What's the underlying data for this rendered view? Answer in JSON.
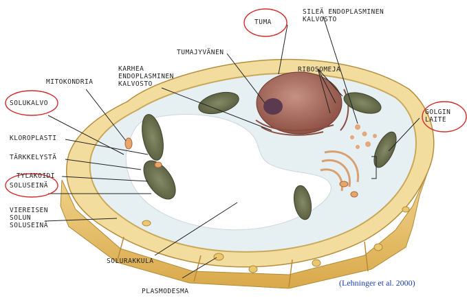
{
  "labels": {
    "tuma": "TUMA",
    "silea_er": [
      "SILEÄ ENDOPLASMINEN",
      "KALVOSTO"
    ],
    "tumajyvanen": "TUMAJYVÄNEN",
    "ribosomeja": "RIBOSOMEJA",
    "karhea_er": [
      "KARHEA",
      "ENDOPLASMINEN",
      "KALVOSTO"
    ],
    "mitokondria": "MITOKONDRIA",
    "solukalvo": "SOLUKALVO",
    "kloroplasti": "KLOROPLASTI",
    "tarkkelysta": "TÄRKKELYSTÄ",
    "tylakoidi": "TYLAKOIDI",
    "soluseina": "SOLUSEINÄ",
    "viereisen": [
      "VIEREISEN",
      "SOLUN",
      "SOLUSEINÄ"
    ],
    "solurakkula": "SOLURAKKULA",
    "plasmodesma": "PLASMODESMA",
    "golgi": [
      "GOLGIN",
      "LAITE"
    ]
  },
  "citation": "(Lehninger et al. 2000)",
  "colors": {
    "highlight_circle": "#d42a2a",
    "wall": "#e8c777",
    "cytoplasm": "#e6eff1",
    "vacuole": "#ffffff",
    "nucleus": "#a96b5f",
    "chloroplast": "#6f7654",
    "citation": "#1a3fb0"
  }
}
